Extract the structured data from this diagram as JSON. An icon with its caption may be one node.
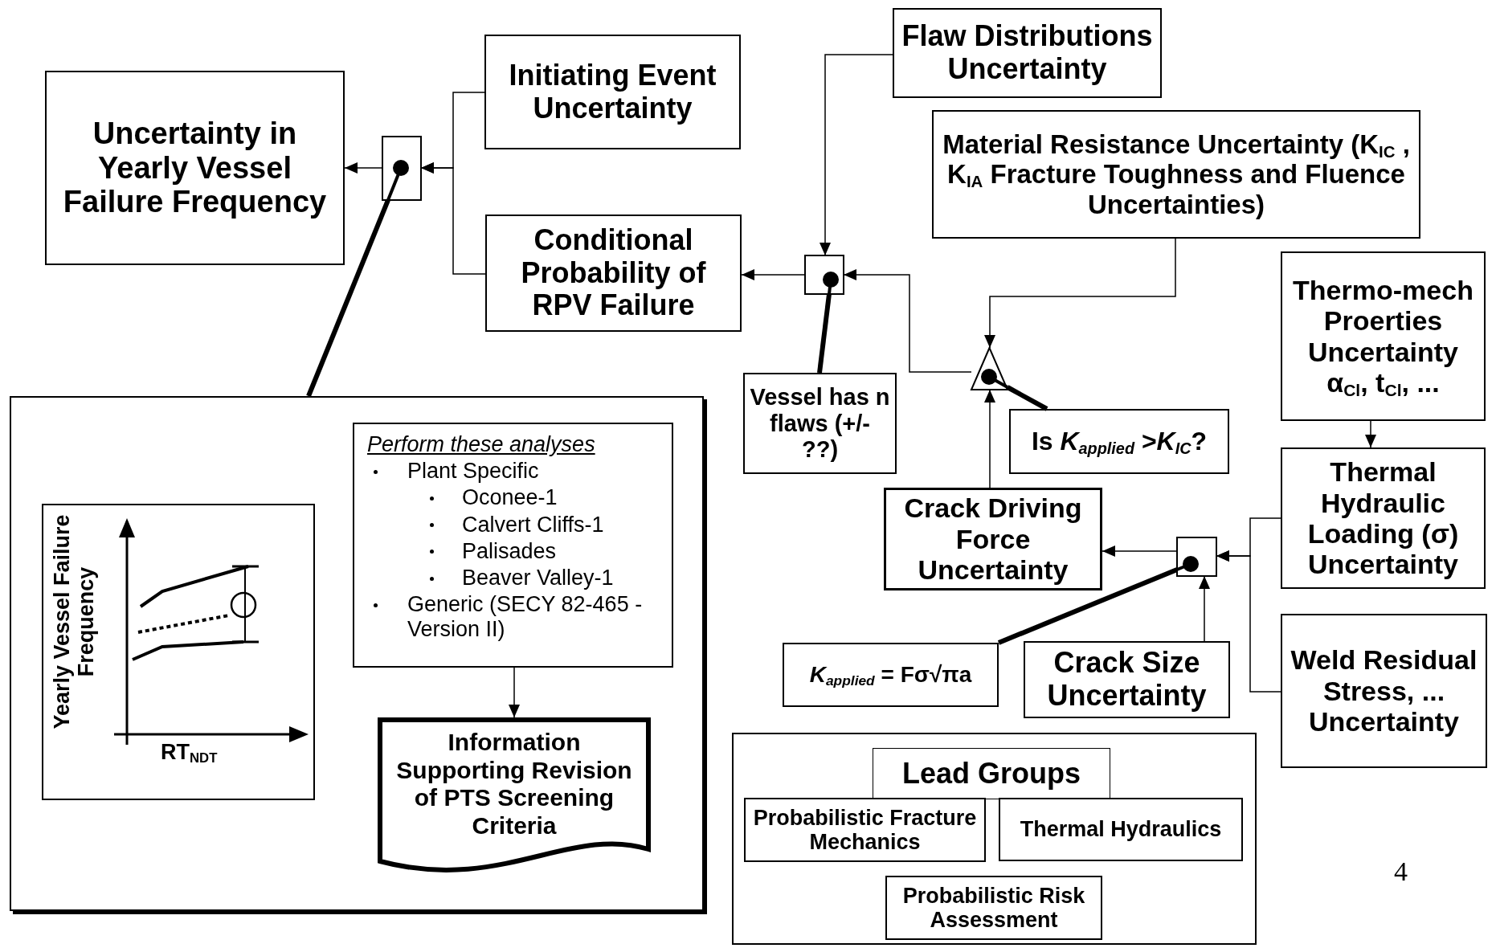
{
  "diagram": {
    "nodes": [
      {
        "text": [
          "Uncertainty in Yearly Vessel Failure Frequency"
        ]
      },
      {
        "text": [],
        "shape": "box"
      },
      {
        "text": [
          "Initiating Event Uncertainty"
        ]
      },
      {
        "text": [
          "Conditional Probability of RPV Failure"
        ]
      },
      {
        "text": [],
        "shape": "box"
      },
      {
        "text": [
          "Flaw Distributions Uncertainty"
        ]
      },
      {
        "text": [
          "Material Resistance Uncertainty (K$_{IC}$ , K$_{IA}$ Fracture Toughness and Fluence Uncertainties)"
        ]
      },
      {
        "text": [
          "Vessel has n flaws (+/- ??)"
        ]
      },
      {
        "text": [],
        "shape": "triangle"
      },
      {
        "text": [
          "Is *K*$_{applied}$ >*K*$_{IC}$?"
        ]
      },
      {
        "text": [
          "Thermo-mech Proerties Uncertainty",
          "α$_{Cl}$, t$_{Cl}$, ..."
        ]
      },
      {
        "text": [
          "Thermal Hydraulic Loading (σ) Uncertainty"
        ]
      },
      {
        "text": [
          "Crack Driving Force Uncertainty"
        ]
      },
      {
        "text": [],
        "shape": "box"
      },
      {
        "text": [
          "*K*$_{applied}$ = Fσ√πa"
        ]
      },
      {
        "text": [
          "Crack Size Uncertainty"
        ]
      },
      {
        "text": [
          "Weld Residual Stress, ... Uncertainty"
        ]
      },
      {
        "text": [],
        "shape": "box"
      },
      {
        "text": [
          "Yearly Vessel Failure Frequency",
          "RT$_{NDT}$"
        ],
        "in": 17
      },
      {
        "text": [
          "Perform these analyses",
          "Plant Specific",
          "Oconee-1",
          "Calvert Cliffs-1",
          "Palisades",
          "Beaver Valley-1",
          "Generic (SECY 82-465 - Version II)"
        ],
        "in": 17
      },
      {
        "text": [
          "Information Supporting Revision of PTS Screening Criteria"
        ],
        "in": 17
      },
      {
        "text": [
          "Lead Groups"
        ]
      },
      {
        "text": [
          "Probabilistic Fracture Mechanics"
        ],
        "in": 21
      },
      {
        "text": [
          "Thermal Hydraulics"
        ],
        "in": 21
      },
      {
        "text": [
          "Probabilistic Risk Assessment"
        ],
        "in": 21
      }
    ],
    "edges": [
      {
        "from": 1,
        "to": 0,
        "arrow": "to"
      },
      {
        "from": 2,
        "to": 1,
        "arrow": "to"
      },
      {
        "from": 3,
        "to": 1,
        "arrow": "to"
      },
      {
        "from": 1,
        "to": 17,
        "arrow": "none",
        "style": "thick"
      },
      {
        "from": 4,
        "to": 3,
        "arrow": "to"
      },
      {
        "from": 5,
        "to": 4,
        "arrow": "to"
      },
      {
        "from": 7,
        "to": 4,
        "arrow": "none",
        "style": "thick"
      },
      {
        "from": 8,
        "to": 4,
        "arrow": "to"
      },
      {
        "from": 6,
        "to": 8,
        "arrow": "to"
      },
      {
        "from": 12,
        "to": 8,
        "arrow": "to"
      },
      {
        "from": 9,
        "to": 8,
        "arrow": "none",
        "style": "thick"
      },
      {
        "from": 10,
        "to": 11,
        "arrow": "to"
      },
      {
        "from": 13,
        "to": 12,
        "arrow": "to"
      },
      {
        "from": 11,
        "to": 13,
        "arrow": "to"
      },
      {
        "from": 16,
        "to": 13,
        "arrow": "to"
      },
      {
        "from": 15,
        "to": 13,
        "arrow": "to"
      },
      {
        "from": 14,
        "to": 13,
        "arrow": "none",
        "style": "thick"
      },
      {
        "from": 19,
        "to": 20,
        "arrow": "to"
      }
    ],
    "labels": [
      "4"
    ]
  }
}
